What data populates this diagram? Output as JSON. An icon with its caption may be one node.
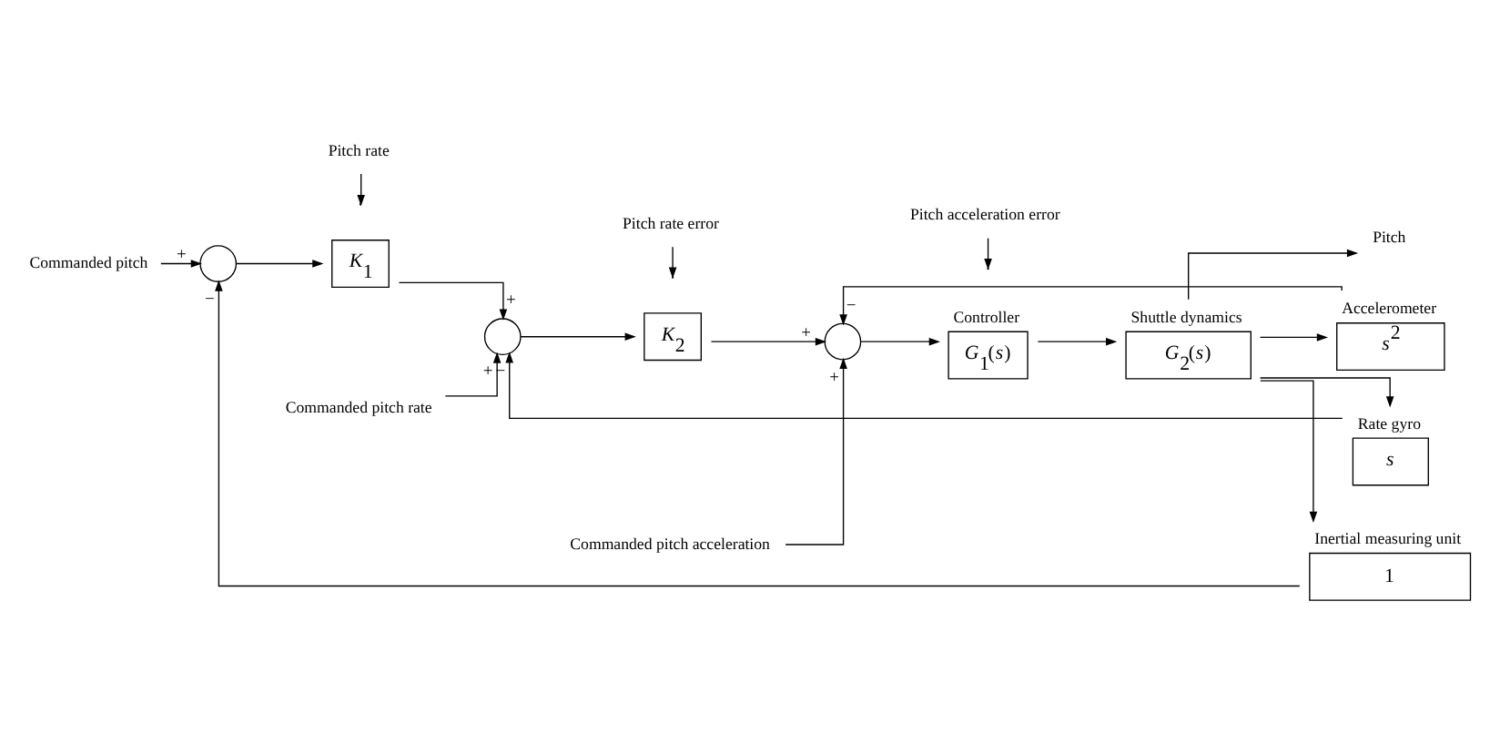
{
  "diagram": {
    "nodes": [
      {
        "text": [
          "Commanded pitch"
        ]
      },
      {
        "text": [],
        "shape": "circle"
      },
      {
        "text": [
          "*K*$_{1}$"
        ]
      },
      {
        "text": [
          "Commanded pitch rate"
        ]
      },
      {
        "text": [],
        "shape": "circle"
      },
      {
        "text": [
          "*K*$_{2}$"
        ]
      },
      {
        "text": [
          "Commanded pitch acceleration"
        ]
      },
      {
        "text": [],
        "shape": "circle"
      },
      {
        "text": [
          "*G*$_{1}$(*s*)"
        ],
        "beside": [
          "Controller"
        ]
      },
      {
        "text": [
          "*G*$_{2}$(*s*)"
        ],
        "beside": [
          "Shuttle dynamics"
        ]
      },
      {
        "text": [
          "Pitch"
        ]
      },
      {
        "text": [
          "Pitch rate"
        ]
      },
      {
        "text": [
          "Pitch rate error"
        ]
      },
      {
        "text": [
          "Pitch acceleration error"
        ]
      },
      {
        "text": [
          "*s*$^{2}$"
        ],
        "beside": [
          "Accelerometer"
        ]
      },
      {
        "text": [
          "*s*"
        ],
        "beside": [
          "Rate gyro"
        ]
      },
      {
        "text": [
          "1"
        ],
        "beside": [
          "Inertial measuring unit"
        ]
      }
    ],
    "edges": [
      {
        "from": 0,
        "to": 1,
        "arrow": "to",
        "label": "+"
      },
      {
        "from": 1,
        "to": 2,
        "arrow": "to"
      },
      {
        "from": 2,
        "to": 4,
        "arrow": "to",
        "label": "+"
      },
      {
        "from": 3,
        "to": 4,
        "arrow": "to",
        "label": "+"
      },
      {
        "from": 4,
        "to": 5,
        "arrow": "to"
      },
      {
        "from": 5,
        "to": 7,
        "arrow": "to",
        "label": "+"
      },
      {
        "from": 6,
        "to": 7,
        "arrow": "to",
        "label": "+"
      },
      {
        "from": 7,
        "to": 8,
        "arrow": "to"
      },
      {
        "from": 8,
        "to": 9,
        "arrow": "to"
      },
      {
        "from": 9,
        "to": 10,
        "arrow": "to"
      },
      {
        "from": 9,
        "to": 14,
        "arrow": "to"
      },
      {
        "from": 14,
        "to": 7,
        "arrow": "to",
        "label": "−"
      },
      {
        "from": 9,
        "to": 15,
        "arrow": "to"
      },
      {
        "from": 15,
        "to": 4,
        "arrow": "to",
        "label": "−"
      },
      {
        "from": 9,
        "to": 16,
        "arrow": "to"
      },
      {
        "from": 16,
        "to": 1,
        "arrow": "to",
        "label": "−"
      },
      {
        "from": 11,
        "to": null,
        "arrow": "to"
      },
      {
        "from": 12,
        "to": null,
        "arrow": "to"
      },
      {
        "from": 13,
        "to": null,
        "arrow": "to"
      }
    ]
  }
}
